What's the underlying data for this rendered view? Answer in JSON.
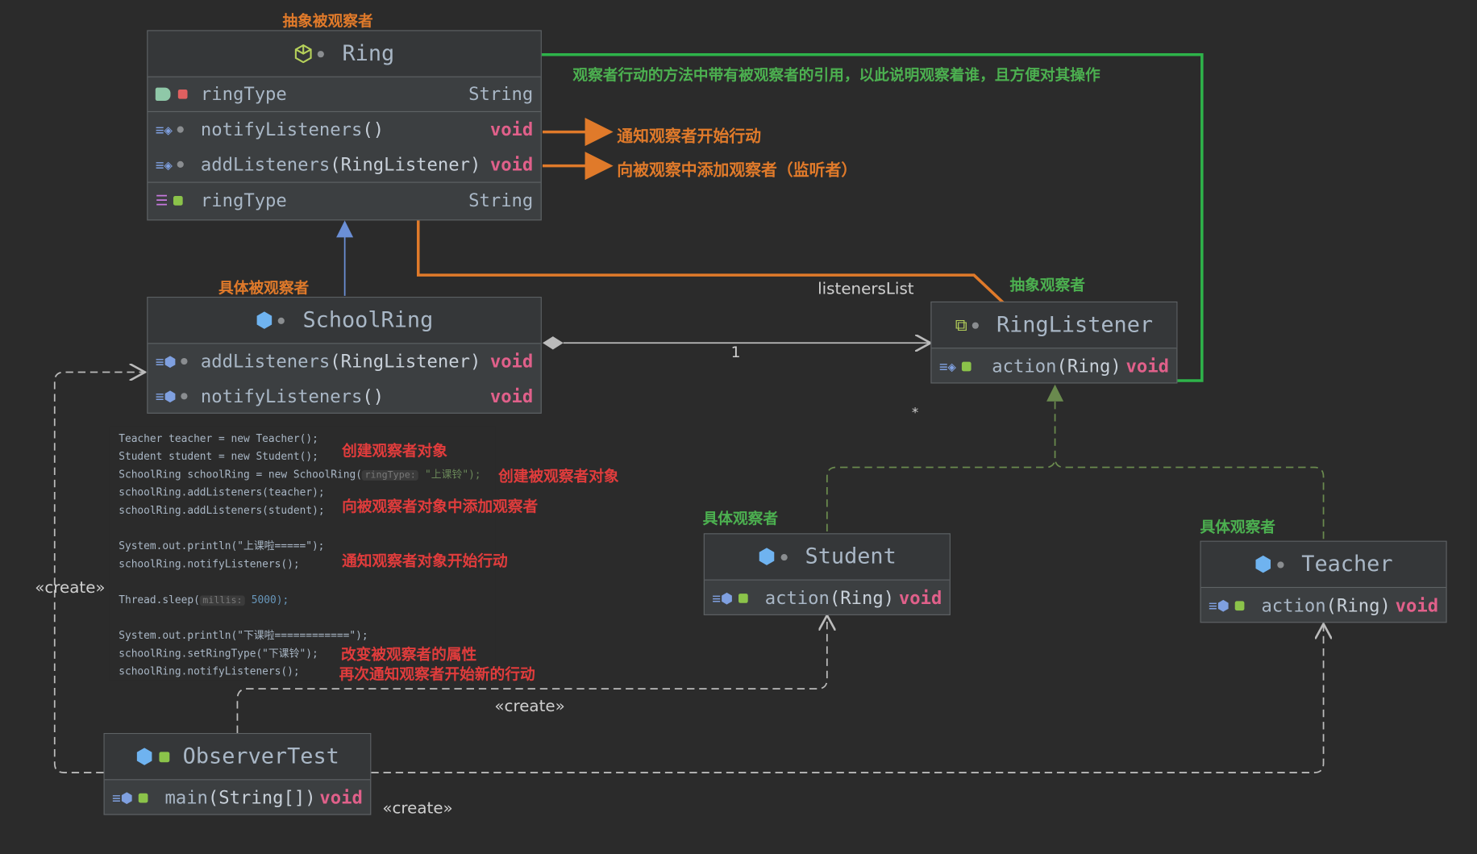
{
  "labels": {
    "abstract_subject": "抽象被观察者",
    "concrete_subject": "具体被观察者",
    "abstract_observer": "抽象观察者",
    "concrete_observer_student": "具体观察者",
    "concrete_observer_teacher": "具体观察者",
    "green_note": "观察者行动的方法中带有被观察者的引用，以此说明观察着谁，且方便对其操作",
    "notify_note": "通知观察者开始行动",
    "add_note": "向被观察中添加观察者（监听者）",
    "listeners_list": "listenersList",
    "multiplicity_one": "1",
    "multiplicity_many": "*",
    "create_left": "«create»",
    "create_mid": "«create»",
    "create_bottom": "«create»"
  },
  "classes": {
    "ring": {
      "name": "Ring",
      "rows": [
        {
          "name": "ringType",
          "type": "String"
        },
        {
          "name": "notifyListeners",
          "args": "()",
          "type": "void"
        },
        {
          "name": "addListeners",
          "args": "(RingListener)",
          "type": "void"
        },
        {
          "name": "ringType",
          "type": "String"
        }
      ]
    },
    "schoolring": {
      "name": "SchoolRing",
      "rows": [
        {
          "name": "addListeners",
          "args": "(RingListener)",
          "type": "void"
        },
        {
          "name": "notifyListeners",
          "args": "()",
          "type": "void"
        }
      ]
    },
    "ringlistener": {
      "name": "RingListener",
      "rows": [
        {
          "name": "action",
          "args": "(Ring)",
          "type": "void"
        }
      ]
    },
    "student": {
      "name": "Student",
      "rows": [
        {
          "name": "action",
          "args": "(Ring)",
          "type": "void"
        }
      ]
    },
    "teacher": {
      "name": "Teacher",
      "rows": [
        {
          "name": "action",
          "args": "(Ring)",
          "type": "void"
        }
      ]
    },
    "observertest": {
      "name": "ObserverTest",
      "rows": [
        {
          "name": "main",
          "args": "(String[])",
          "type": "void"
        }
      ]
    }
  },
  "code": {
    "l1": "Teacher teacher = new Teacher();",
    "l2": "Student student = new Student();",
    "l3a": "SchoolRing schoolRing = new SchoolRing(",
    "l3hint": "ringType:",
    "l3b": " \"上课铃\");",
    "l4": "schoolRing.addListeners(teacher);",
    "l5": "schoolRing.addListeners(student);",
    "l7": "System.out.println(\"上课啦=====\");",
    "l8": "schoolRing.notifyListeners();",
    "l10a": "Thread.sleep(",
    "l10hint": "millis:",
    "l10b": " 5000);",
    "l12": "System.out.println(\"下课啦============\");",
    "l13": "schoolRing.setRingType(\"下课铃\");",
    "l14": "schoolRing.notifyListeners();"
  },
  "code_notes": {
    "n1": "创建观察者对象",
    "n2": "创建被观察者对象",
    "n3": "向被观察者对象中添加观察者",
    "n4": "通知观察者对象开始行动",
    "n5": "改变被观察者的属性",
    "n6": "再次通知观察者开始新的行动"
  },
  "colors": {
    "background": "#2b2b2b",
    "box": "#3c3f41",
    "orange": "#e07a2a",
    "green": "#4cb050",
    "red": "#e03c3c",
    "void": "#e0608a"
  }
}
